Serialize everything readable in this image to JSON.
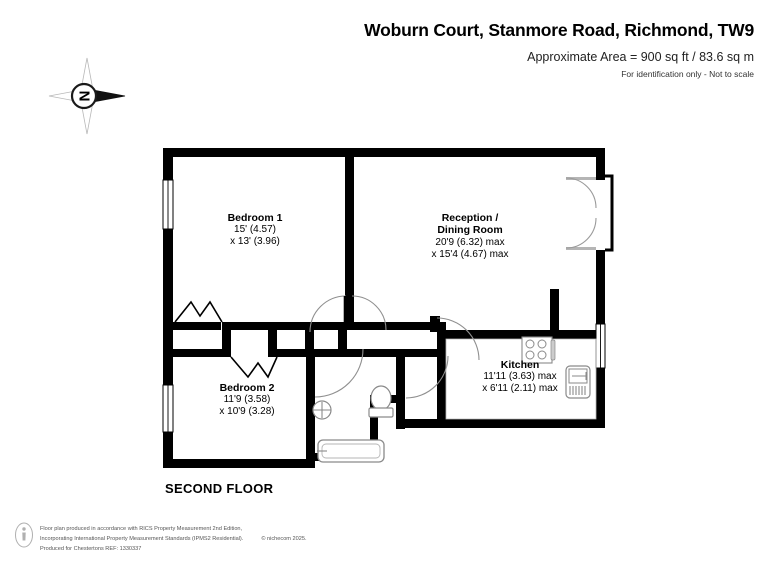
{
  "header": {
    "title": "Woburn Court, Stanmore Road, Richmond, TW9",
    "area": "Approximate Area = 900 sq ft / 83.6 sq m",
    "scale_note": "For identification only - Not to scale"
  },
  "compass": {
    "label": "N",
    "name": "compass-rose-north"
  },
  "floor": {
    "title": "SECOND FLOOR"
  },
  "rooms": [
    {
      "id": "bedroom1",
      "name": "Bedroom 1",
      "dim1": "15' (4.57)",
      "dim2": "x 13' (3.96)"
    },
    {
      "id": "reception",
      "name": "Reception /",
      "name2": "Dining Room",
      "dim1": "20'9 (6.32) max",
      "dim2": "x 15'4 (4.67) max"
    },
    {
      "id": "kitchen",
      "name": "Kitchen",
      "dim1": "11'11 (3.63) max",
      "dim2": "x 6'11 (2.11) max"
    },
    {
      "id": "bedroom2",
      "name": "Bedroom 2",
      "dim1": "11'9 (3.58)",
      "dim2": "x 10'9 (3.28)"
    }
  ],
  "footer": {
    "line1": "Floor plan produced in accordance with RICS Property Measurement 2nd Edition,",
    "line2": "Incorporating International Property Measurement Standards (IPMS2 Residential).",
    "copyright": "© nichecom 2025.",
    "line3": "Produced for Chestertons REF: 1330337"
  },
  "colors": {
    "wall": "#000000",
    "background": "#ffffff",
    "fixture_stroke": "#808080",
    "door_arc": "#9a9a9a",
    "footer_text": "#555555"
  }
}
